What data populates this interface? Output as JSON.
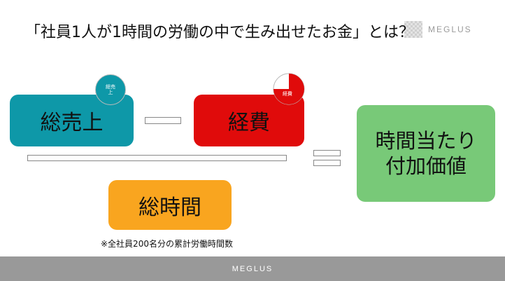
{
  "header": {
    "logo_text": "MEGLUS",
    "title": "「社員1人が1時間の労働の中で生み出せたお金」とは？"
  },
  "diagram": {
    "sales": {
      "label": "総売上",
      "badge_line1": "総売",
      "badge_line2": "上",
      "color": "#0e98a8"
    },
    "cost": {
      "label": "経費",
      "badge": "経費",
      "color": "#e00b0b"
    },
    "hours": {
      "label": "総時間",
      "color": "#f9a51f"
    },
    "value": {
      "line1": "時間当たり",
      "line2": "付加価値",
      "color": "#78c978"
    },
    "note": "※全社員200名分の累計労働時間数"
  },
  "footer": {
    "brand": "MEGLUS"
  }
}
